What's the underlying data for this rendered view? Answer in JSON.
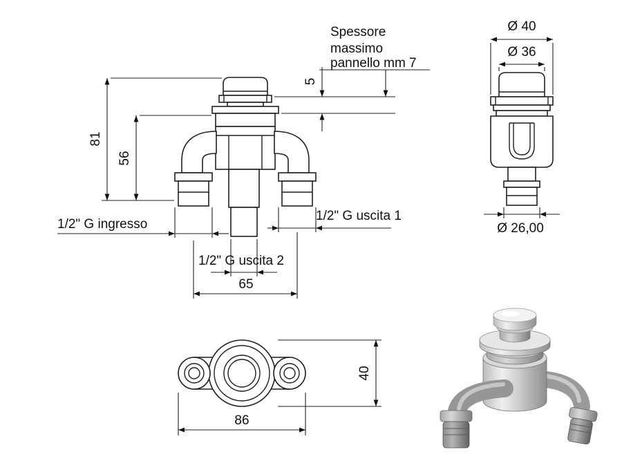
{
  "title": "Push-button valve technical drawing",
  "colors": {
    "ink": "#1f1f1f",
    "background": "#ffffff"
  },
  "front_view": {
    "note_line1": "Spessore",
    "note_line2": "massimo",
    "note_line3": "pannello mm 7",
    "dim_total_height": "81",
    "dim_body_height": "56",
    "dim_panel": "5",
    "dim_port_spacing": "65",
    "label_inlet": "1/2\" G ingresso",
    "label_outlet1": "1/2\" G uscita 1",
    "label_outlet2": "1/2\" G uscita 2"
  },
  "side_view": {
    "dim_flange_diameter": "Ø 40",
    "dim_button_diameter": "Ø 36",
    "dim_port_diameter": "Ø 26,00"
  },
  "top_view": {
    "dim_overall_width": "86",
    "dim_body_diameter": "40"
  }
}
